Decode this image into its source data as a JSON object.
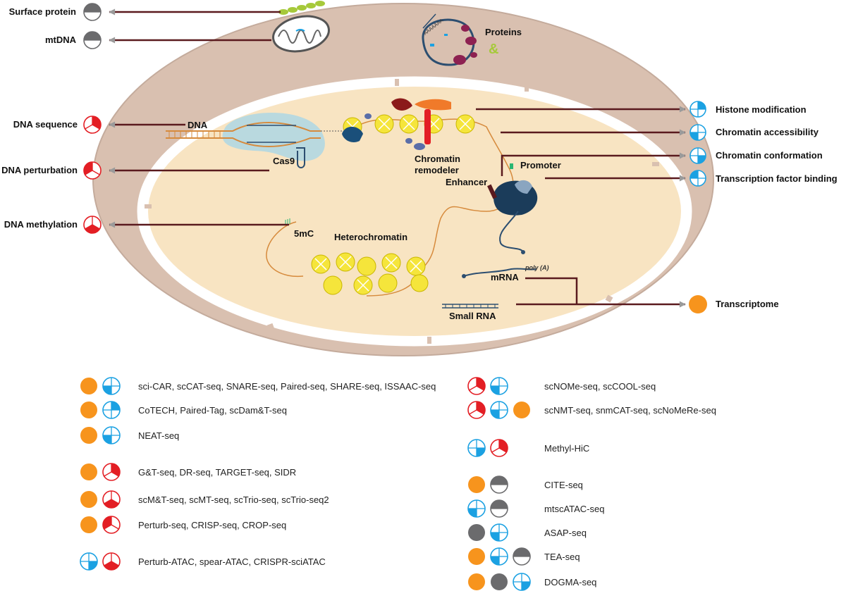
{
  "left_labels": {
    "surface_protein": "Surface protein",
    "mtdna": "mtDNA",
    "dna_sequence": "DNA sequence",
    "dna_perturbation": "DNA perturbation",
    "dna_methylation": "DNA methylation"
  },
  "right_labels": {
    "histone_modification": "Histone modification",
    "chromatin_accessibility": "Chromatin accessibility",
    "chromatin_conformation": "Chromatin conformation",
    "tf_binding": "Transcription factor binding",
    "transcriptome": "Transcriptome"
  },
  "cell_labels": {
    "proteins": "Proteins",
    "ampersand": "&",
    "polya_tag": "AAAAAAA",
    "dna": "DNA",
    "cas9": "Cas9",
    "chromatin_remodeler_1": "Chromatin",
    "chromatin_remodeler_2": "remodeler",
    "promoter": "Promoter",
    "enhancer": "Enhancer",
    "five_mc": "5mC",
    "heterochromatin": "Heterochromatin",
    "poly_a": "poly (A)",
    "mrna": "mRNA",
    "small_rna": "Small RNA"
  },
  "icon_colors": {
    "gray": "#6b6b6d",
    "red": "#e31e24",
    "blue": "#1ba1e2",
    "orange": "#f7941d",
    "line": "#5a1a1e",
    "arrowhead": "#9a9a9a"
  },
  "legend_left": [
    {
      "text": "sci-CAR, scCAT-seq, SNARE-seq, Paired-seq, SHARE-seq, ISSAAC-seq",
      "icons": [
        "transcriptome",
        "chromatin-accessibility"
      ]
    },
    {
      "text": "CoTECH, Paired-Tag, scDam&T-seq",
      "icons": [
        "transcriptome",
        "histone-modification"
      ]
    },
    {
      "text": "NEAT-seq",
      "icons": [
        "transcriptome",
        "chromatin-accessibility"
      ]
    },
    {
      "text": "G&T-seq, DR-seq, TARGET-seq, SIDR",
      "icons": [
        "transcriptome",
        "dna-sequence"
      ]
    },
    {
      "text": "scM&T-seq, scMT-seq, scTrio-seq, scTrio-seq2",
      "icons": [
        "transcriptome",
        "dna-methylation"
      ]
    },
    {
      "text": "Perturb-seq, CRISP-seq, CROP-seq",
      "icons": [
        "transcriptome",
        "dna-perturbation"
      ]
    },
    {
      "text": "Perturb-ATAC, spear-ATAC, CRISPR-sciATAC",
      "icons": [
        "chromatin-conformation",
        "dna-methylation"
      ]
    }
  ],
  "legend_right": [
    {
      "text": "scNOMe-seq, scCOOL-seq",
      "icons": [
        "dna-sequence",
        "chromatin-accessibility"
      ]
    },
    {
      "text": "scNMT-seq, snmCAT-seq, scNoMeRe-seq",
      "icons": [
        "dna-sequence",
        "chromatin-accessibility",
        "transcriptome"
      ]
    },
    {
      "text": "Methyl-HiC",
      "icons": [
        "chromatin-conformation",
        "dna-sequence"
      ]
    },
    {
      "text": "CITE-seq",
      "icons": [
        "transcriptome",
        "surface-protein"
      ]
    },
    {
      "text": "mtscATAC-seq",
      "icons": [
        "chromatin-accessibility",
        "mtdna"
      ]
    },
    {
      "text": "ASAP-seq",
      "icons": [
        "full-gray",
        "chromatin-accessibility"
      ]
    },
    {
      "text": "TEA-seq",
      "icons": [
        "transcriptome",
        "chromatin-accessibility",
        "mtdna"
      ]
    },
    {
      "text": "DOGMA-seq",
      "icons": [
        "transcriptome",
        "full-gray",
        "chromatin-conformation"
      ]
    }
  ]
}
